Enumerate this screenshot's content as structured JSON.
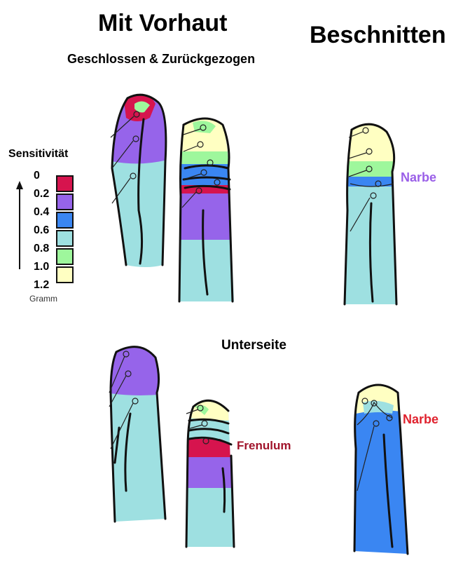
{
  "titles": {
    "left": "Mit Vorhaut",
    "right": "Beschnitten",
    "subtitle": "Geschlossen & Zurückgezogen",
    "underside": "Unterseite"
  },
  "legend": {
    "title": "Sensitivität",
    "unit": "Gramm",
    "ticks": [
      "0",
      "0.2",
      "0.4",
      "0.6",
      "0.8",
      "1.0",
      "1.2"
    ],
    "colors": [
      "#d6144e",
      "#9664ea",
      "#3a86f2",
      "#9ee0e1",
      "#9ef79c",
      "#ffffc2"
    ]
  },
  "labels": {
    "narbe_top": "Narbe",
    "narbe_bottom": "Narbe",
    "frenulum": "Frenulum"
  },
  "label_colors": {
    "narbe_top": "#9a5fe8",
    "narbe_bottom": "#e0222e",
    "frenulum": "#a0132a"
  }
}
